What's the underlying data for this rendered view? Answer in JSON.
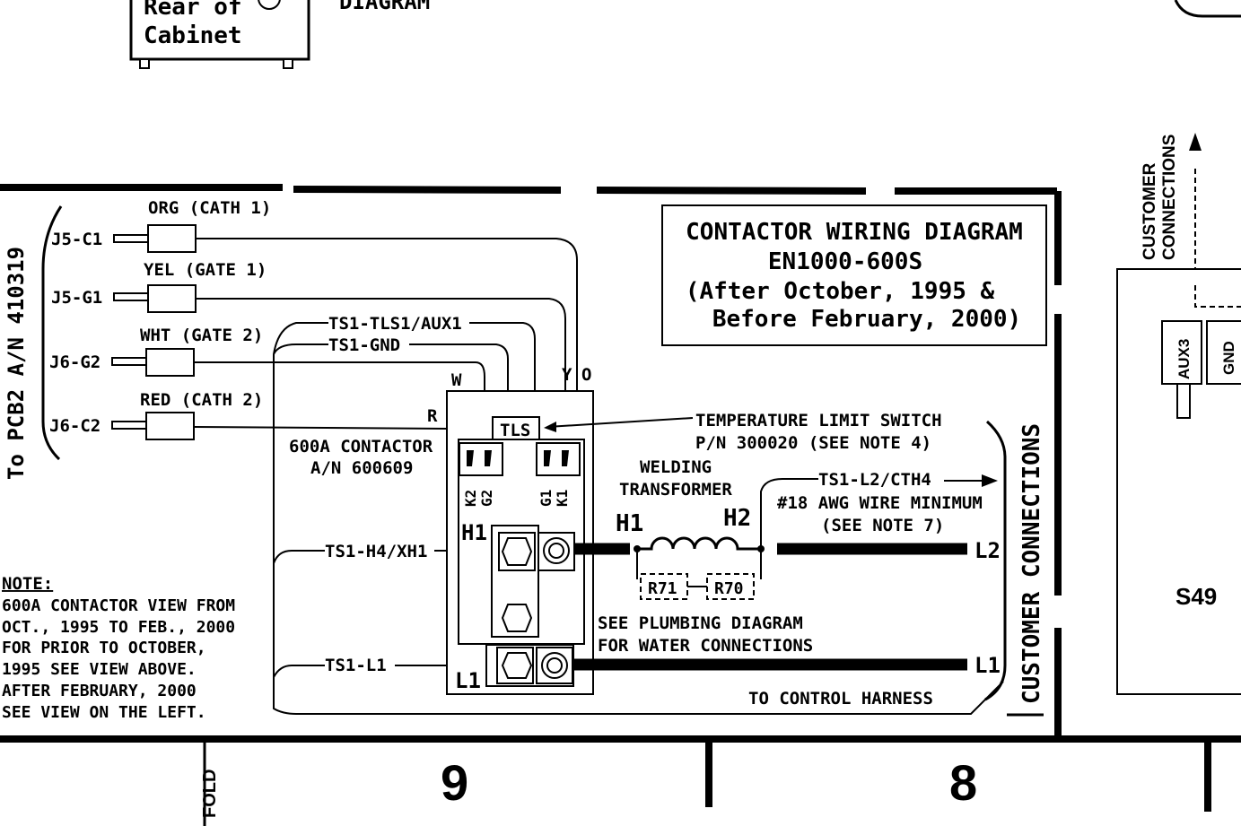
{
  "top_fragment": {
    "cabinet_line1": "Rear of",
    "cabinet_line2": "Cabinet",
    "diagram_word": "DIAGRAM"
  },
  "title_box": {
    "line1": "CONTACTOR WIRING DIAGRAM",
    "line2": "EN1000-600S",
    "line3": "(After October, 1995 &",
    "line4": "Before February, 2000)"
  },
  "pcb_label": "To PCB2 A/N 410319",
  "connectors": [
    {
      "id": "J5-C1",
      "wire": "ORG (CATH 1)"
    },
    {
      "id": "J5-G1",
      "wire": "YEL (GATE 1)"
    },
    {
      "id": "J6-G2",
      "wire": "WHT (GATE 2)"
    },
    {
      "id": "J6-C2",
      "wire": "RED (CATH 2)"
    }
  ],
  "harness_labels": {
    "tls1_aux1": "TS1-TLS1/AUX1",
    "gnd": "TS1-GND",
    "h4_xh1": "TS1-H4/XH1",
    "l1": "TS1-L1"
  },
  "wire_letters": {
    "w": "W",
    "y": "Y",
    "o": "O",
    "r": "R"
  },
  "contactor": {
    "line1": "600A CONTACTOR",
    "line2": "A/N 600609",
    "tls": "TLS",
    "k2": "K2",
    "g2": "G2",
    "g1": "G1",
    "k1": "K1",
    "h1": "H1",
    "l1": "L1"
  },
  "temp_switch": {
    "line1": "TEMPERATURE LIMIT SWITCH",
    "line2": "P/N 300020 (SEE NOTE 4)"
  },
  "transformer": {
    "line1": "WELDING",
    "line2": "TRANSFORMER",
    "h1": "H1",
    "h2": "H2",
    "r71": "R71",
    "r70": "R70"
  },
  "output": {
    "cth4": "TS1-L2/CTH4",
    "wire_min": "#18 AWG WIRE MINIMUM",
    "note7": "(SEE NOTE 7)",
    "l2": "L2",
    "l1": "L1"
  },
  "plumbing": {
    "line1": "SEE PLUMBING DIAGRAM",
    "line2": "FOR WATER CONNECTIONS"
  },
  "control_harness": "TO CONTROL HARNESS",
  "customer_connections_vertical": "CUSTOMER CONNECTIONS",
  "note": {
    "heading": "NOTE:",
    "lines": [
      "600A CONTACTOR VIEW FROM",
      "OCT., 1995 TO FEB., 2000",
      "FOR PRIOR TO OCTOBER,",
      "1995 SEE VIEW ABOVE.",
      "AFTER FEBRUARY, 2000",
      "SEE VIEW ON THE LEFT."
    ]
  },
  "right_panel": {
    "cc_line1": "CUSTOMER",
    "cc_line2": "CONNECTIONS",
    "aux3": "AUX3",
    "gnd": "GND",
    "s49": "S49"
  },
  "bottom": {
    "fold": "FOLD",
    "zone9": "9",
    "zone8": "8"
  }
}
